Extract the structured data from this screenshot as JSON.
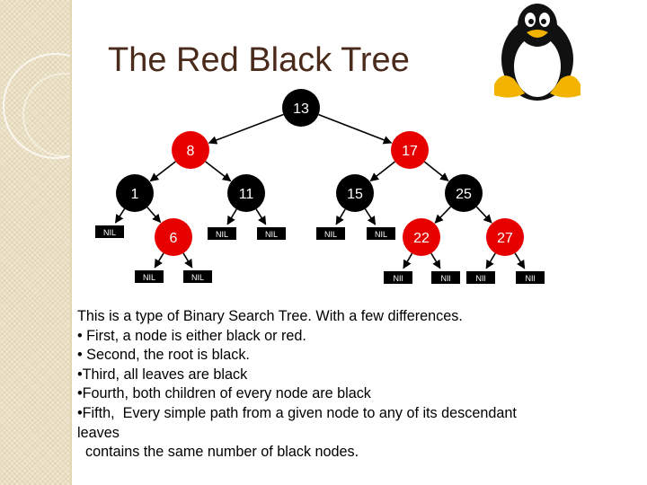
{
  "slide": {
    "title": "The Red Black Tree",
    "colors": {
      "black_node": "#000000",
      "red_node": "#e60000",
      "node_text": "#ffffff",
      "title": "#4a2a1a"
    },
    "logo_icon": "tux-penguin-icon"
  },
  "tree": {
    "nodes": [
      {
        "id": "n13",
        "label": "13",
        "color": "black"
      },
      {
        "id": "n8",
        "label": "8",
        "color": "red"
      },
      {
        "id": "n17",
        "label": "17",
        "color": "red"
      },
      {
        "id": "n1",
        "label": "1",
        "color": "black"
      },
      {
        "id": "n11",
        "label": "11",
        "color": "black"
      },
      {
        "id": "n15",
        "label": "15",
        "color": "black"
      },
      {
        "id": "n25",
        "label": "25",
        "color": "black"
      },
      {
        "id": "n6",
        "label": "6",
        "color": "red"
      },
      {
        "id": "n22",
        "label": "22",
        "color": "red"
      },
      {
        "id": "n27",
        "label": "27",
        "color": "red"
      }
    ],
    "leaves": [
      {
        "id": "l1",
        "label": "NIL"
      },
      {
        "id": "l2",
        "label": "NIL"
      },
      {
        "id": "l3",
        "label": "NIL"
      },
      {
        "id": "l4",
        "label": "NIL"
      },
      {
        "id": "l5",
        "label": "NIL"
      },
      {
        "id": "l6",
        "label": "NIL"
      },
      {
        "id": "l7",
        "label": "NIL"
      },
      {
        "id": "l8",
        "label": "NIl"
      },
      {
        "id": "l9",
        "label": "NIl"
      },
      {
        "id": "l10",
        "label": "NIl"
      },
      {
        "id": "l11",
        "label": "NIl"
      }
    ],
    "edges": [
      [
        "n13",
        "n8"
      ],
      [
        "n13",
        "n17"
      ],
      [
        "n8",
        "n1"
      ],
      [
        "n8",
        "n11"
      ],
      [
        "n17",
        "n15"
      ],
      [
        "n17",
        "n25"
      ],
      [
        "n1",
        "l1"
      ],
      [
        "n1",
        "n6"
      ],
      [
        "n11",
        "l4"
      ],
      [
        "n11",
        "l5"
      ],
      [
        "n15",
        "l6"
      ],
      [
        "n15",
        "l7"
      ],
      [
        "n25",
        "n22"
      ],
      [
        "n25",
        "n27"
      ],
      [
        "n6",
        "l2"
      ],
      [
        "n6",
        "l3"
      ],
      [
        "n22",
        "l8"
      ],
      [
        "n22",
        "l9"
      ],
      [
        "n27",
        "l10"
      ],
      [
        "n27",
        "l11"
      ]
    ]
  },
  "body": {
    "lines": [
      "This is a type of Binary Search Tree. With a few differences.",
      "• First, a node is either black or red.",
      "• Second, the root is black.",
      "•Third, all leaves are black",
      "•Fourth, both children of every node are black",
      "•Fifth,  Every simple path from a given node to any of its descendant",
      "leaves",
      "  contains the same number of black nodes."
    ]
  }
}
